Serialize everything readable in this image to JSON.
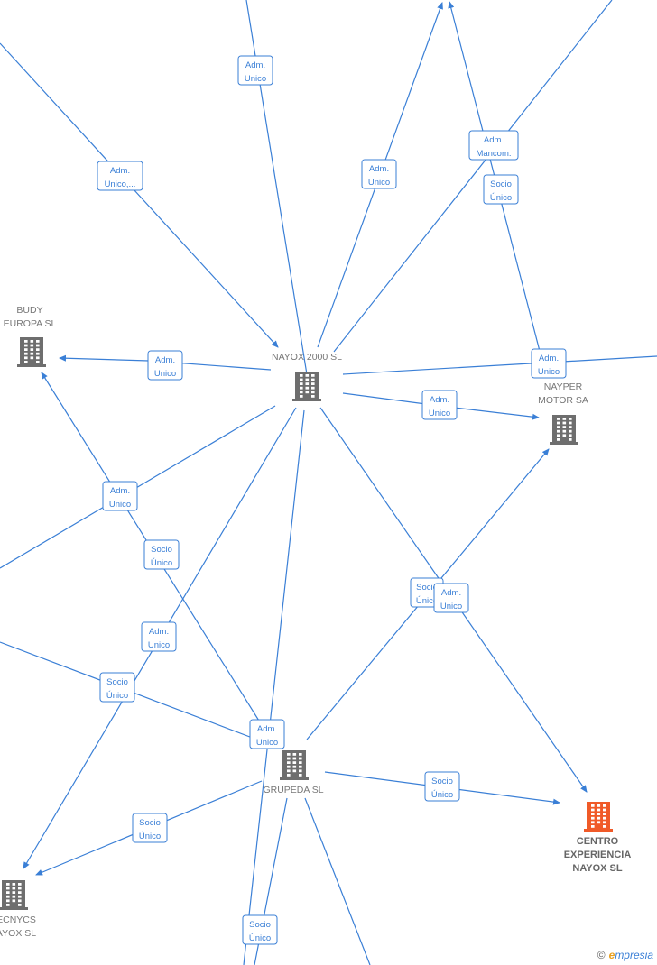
{
  "colors": {
    "edge": "#3a7fd6",
    "node": "#6e6e6e",
    "focus_node": "#f05a28",
    "label_text": "#777777"
  },
  "nodes": [
    {
      "id": "nayox2000",
      "lines": [
        "NAYOX 2000 SL"
      ],
      "focus": false
    },
    {
      "id": "budy",
      "lines": [
        "BUDY",
        "EUROPA  SL"
      ],
      "focus": false
    },
    {
      "id": "nayper",
      "lines": [
        "NAYPER",
        "MOTOR SA"
      ],
      "focus": false
    },
    {
      "id": "grupeda",
      "lines": [
        "GRUPEDA SL"
      ],
      "focus": false
    },
    {
      "id": "centro",
      "lines": [
        "CENTRO",
        "EXPERIENCIA",
        "NAYOX  SL"
      ],
      "focus": true
    },
    {
      "id": "tecnycs",
      "lines": [
        "ECNYCS",
        "AYOX SL"
      ],
      "focus": false
    }
  ],
  "edge_labels": [
    [
      "Adm.",
      "Unico"
    ],
    [
      "Adm.",
      "Unico,..."
    ],
    [
      "Adm.",
      "Unico"
    ],
    [
      "Adm.",
      "Mancom."
    ],
    [
      "Socio",
      "Único"
    ],
    [
      "Adm.",
      "Unico"
    ],
    [
      "Adm.",
      "Unico"
    ],
    [
      "Adm.",
      "Unico"
    ],
    [
      "Adm.",
      "Unico"
    ],
    [
      "Socio",
      "Único"
    ],
    [
      "Socio",
      "Único"
    ],
    [
      "Adm.",
      "Unico"
    ],
    [
      "Adm.",
      "Unico"
    ],
    [
      "Socio",
      "Único"
    ],
    [
      "Adm.",
      "Unico"
    ],
    [
      "Socio",
      "Único"
    ],
    [
      "Socio",
      "Único"
    ],
    [
      "Socio",
      "Único"
    ]
  ],
  "watermark": {
    "copyright": "©",
    "brand_first": "e",
    "brand_rest": "mpresia"
  }
}
